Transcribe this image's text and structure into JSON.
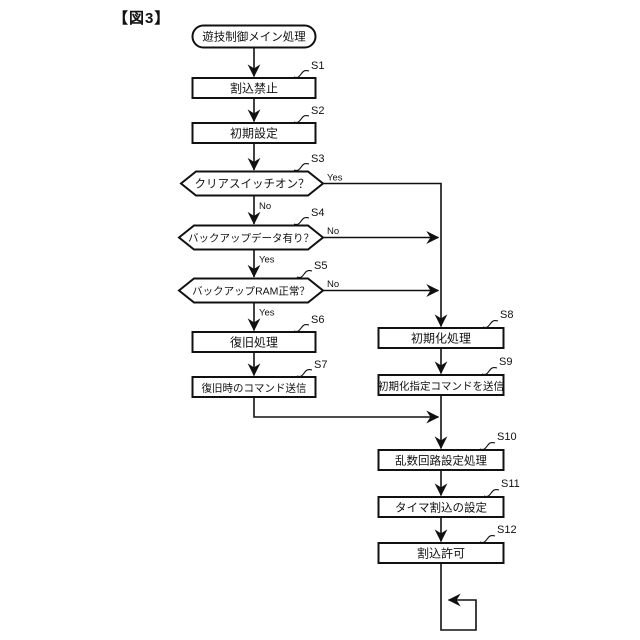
{
  "figure_label": "【図3】",
  "flowchart": {
    "title": "遊技制御メイン処理",
    "branch": {
      "yes": "Yes",
      "no": "No"
    },
    "steps": [
      {
        "id": "S1",
        "label": "割込禁止",
        "type": "process"
      },
      {
        "id": "S2",
        "label": "初期設定",
        "type": "process"
      },
      {
        "id": "S3",
        "label": "クリアスイッチオン？",
        "type": "decision"
      },
      {
        "id": "S4",
        "label": "バックアップデータ有り？",
        "type": "decision"
      },
      {
        "id": "S5",
        "label": "バックアップRAM正常？",
        "type": "decision"
      },
      {
        "id": "S6",
        "label": "復旧処理",
        "type": "process"
      },
      {
        "id": "S7",
        "label": "復旧時のコマンド送信",
        "type": "process"
      },
      {
        "id": "S8",
        "label": "初期化処理",
        "type": "process"
      },
      {
        "id": "S9",
        "label": "初期化指定コマンドを送信",
        "type": "process"
      },
      {
        "id": "S10",
        "label": "乱数回路設定処理",
        "type": "process"
      },
      {
        "id": "S11",
        "label": "タイマ割込の設定",
        "type": "process"
      },
      {
        "id": "S12",
        "label": "割込許可",
        "type": "process"
      }
    ]
  }
}
